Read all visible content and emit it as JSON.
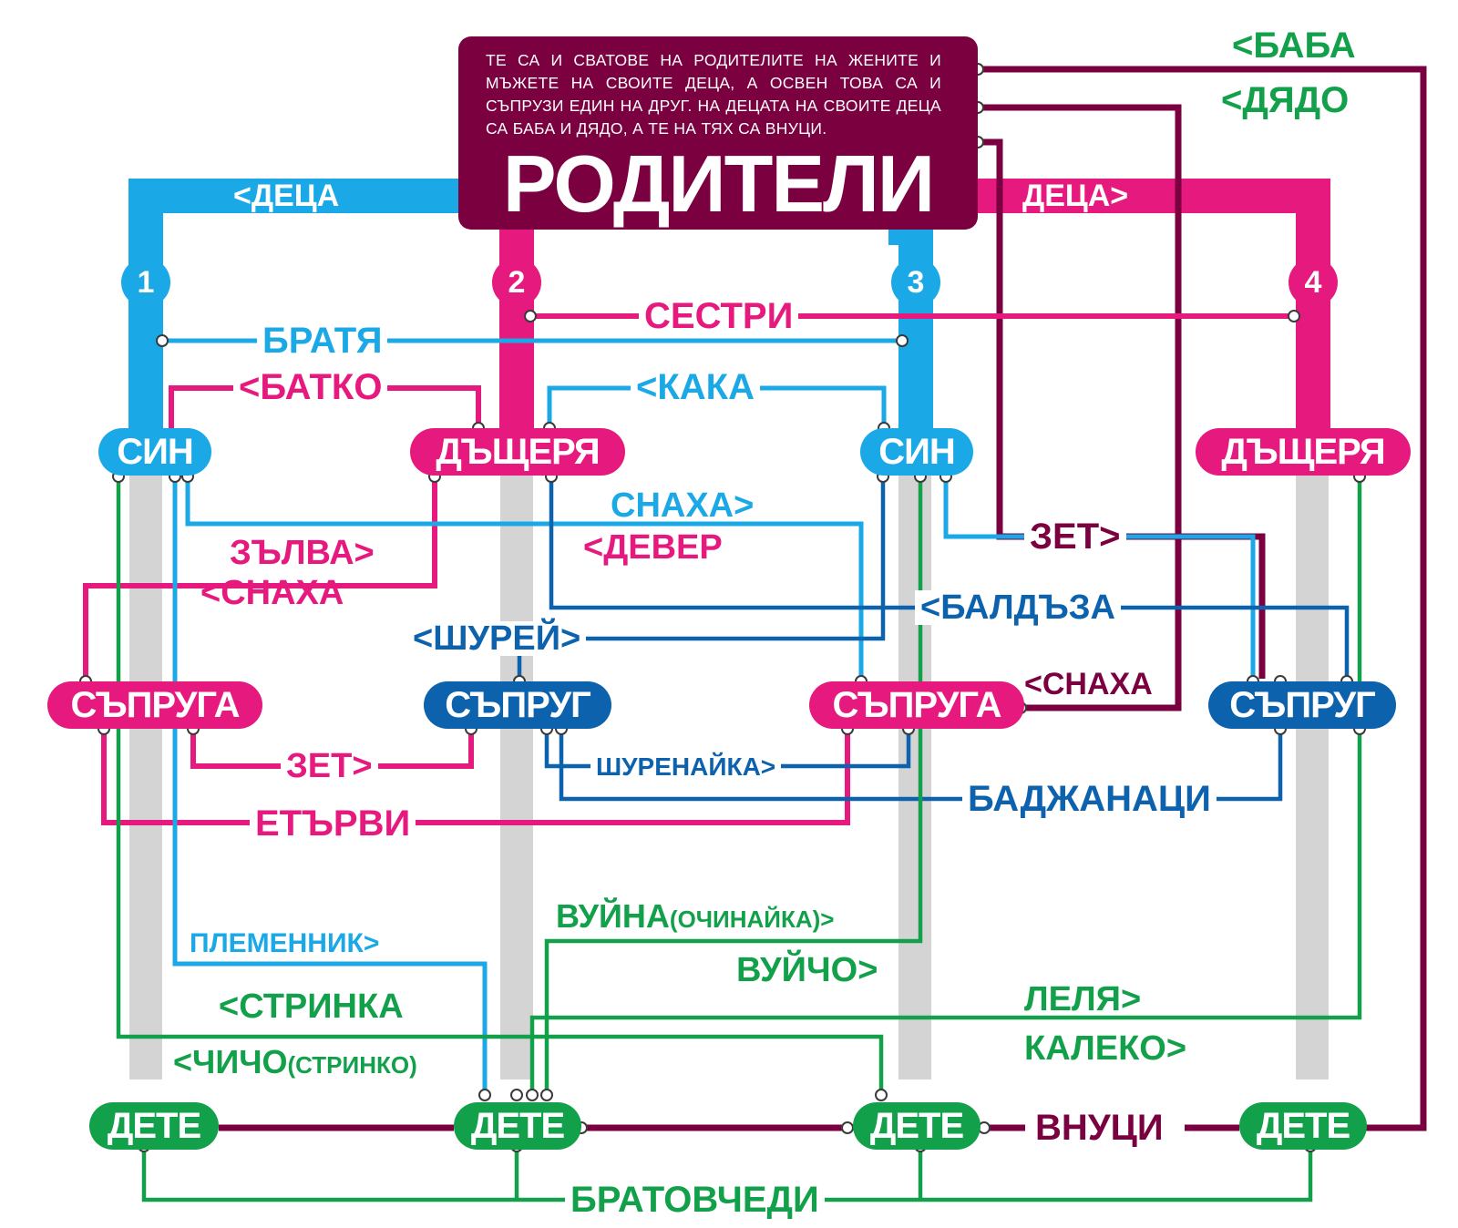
{
  "colors": {
    "cyan": "#1aa9e6",
    "magenta": "#e6197e",
    "maroon": "#7a0040",
    "blue": "#0c62ad",
    "green": "#12a14a",
    "gray": "#d4d4d4"
  },
  "parents": {
    "title": "РОДИТЕЛИ",
    "description": "ТЕ СА И СВАТОВЕ НА РОДИТЕЛИТЕ НА ЖЕНИТЕ И МЪЖЕТЕ НА СВОИТЕ ДЕЦА, А ОСВЕН ТОВА СА И СЪПРУЗИ ЕДИН НА ДРУГ. НА ДЕЦАТА НА СВОИТЕ ДЕЦА СА БАБА И ДЯДО, А ТЕ НА ТЯХ СА ВНУЦИ."
  },
  "badges": [
    "1",
    "2",
    "3",
    "4"
  ],
  "nodes": {
    "son1": "СИН",
    "daughter2": "ДЪЩЕРЯ",
    "son3": "СИН",
    "daughter4": "ДЪЩЕРЯ",
    "wife1": "СЪПРУГА",
    "husband2": "СЪПРУГ",
    "wife3": "СЪПРУГА",
    "husband4": "СЪПРУГ",
    "child1": "ДЕТЕ",
    "child2": "ДЕТЕ",
    "child3": "ДЕТЕ",
    "child4": "ДЕТЕ"
  },
  "labels": {
    "baba": "<БАБА",
    "dyado": "<ДЯДО",
    "deca_left": "<ДЕЦА",
    "deca_right": "ДЕЦА>",
    "sestri": "СЕСТРИ",
    "bratya": "БРАТЯ",
    "batko": "<БАТКО",
    "kaka": "<КАКА",
    "snaha_right": "СНАХА>",
    "dever": "<ДЕВЕР",
    "zet_top": "ЗЕТ>",
    "zalva": "ЗЪЛВА>",
    "snaha_left": "<СНАХА",
    "baldaza": "<БАЛДЪЗА",
    "shurey": "<ШУРЕЙ>",
    "snaha_maroon": "<СНАХА",
    "zet_bottom": "ЗЕТ>",
    "shurenayka": "ШУРЕНАЙКА>",
    "badzhanatsi": "БАДЖАНАЦИ",
    "etarvi": "ЕТЪРВИ",
    "vuyna": "ВУЙНА",
    "vuyna_paren": "(ОЧИНАЙКА)>",
    "plemennik": "ПЛЕМЕННИК>",
    "vuycho": "ВУЙЧО>",
    "lelya": "ЛЕЛЯ>",
    "stranka": "<СТРИНКА",
    "kaleko": "КАЛЕКО>",
    "chicho": "<ЧИЧО",
    "chicho_paren": "(СТРИНКО)",
    "vnutsi": "ВНУЦИ",
    "bratovchedi": "БРАТОВЧЕДИ"
  }
}
